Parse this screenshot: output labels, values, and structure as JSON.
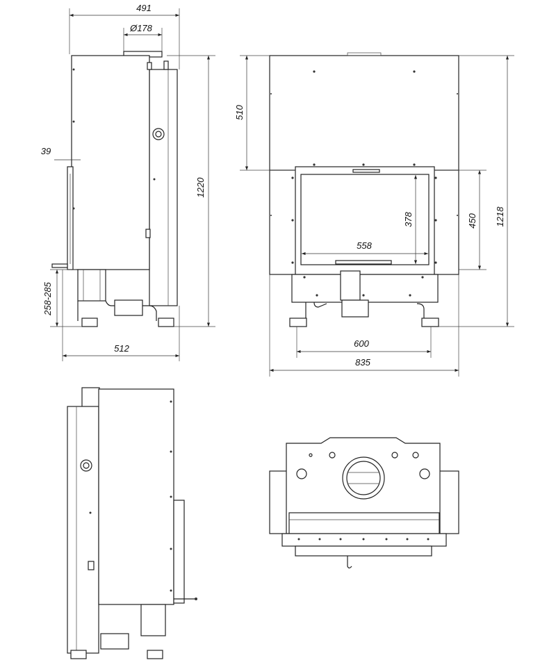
{
  "drawing": {
    "side_view": {
      "overall_depth": "491",
      "flue_diameter": "Ø178",
      "panel_offset": "39",
      "overall_height": "1220",
      "leg_height_range": "258-285",
      "base_depth": "512"
    },
    "front_view": {
      "upper_height": "510",
      "glass_height": "378",
      "glass_width": "558",
      "door_height": "450",
      "overall_height": "1218",
      "leg_spacing": "600",
      "overall_width": "835"
    }
  }
}
